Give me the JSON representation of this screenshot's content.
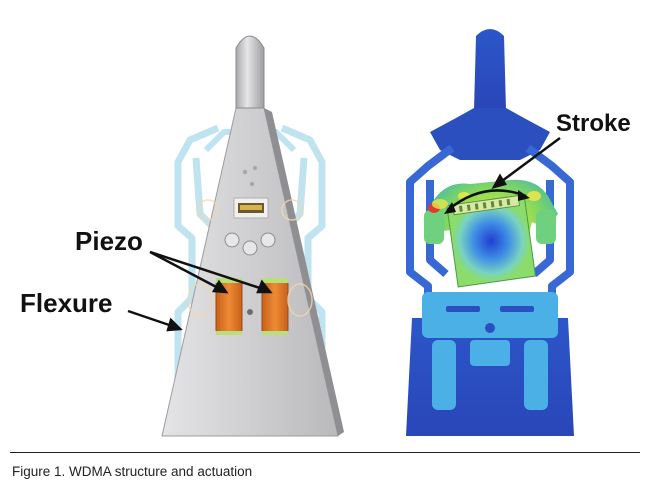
{
  "callouts": {
    "piezo": "Piezo",
    "flexure": "Flexure",
    "stroke": "Stroke"
  },
  "caption": "Figure 1. WDMA structure and actuation",
  "colors": {
    "slider_gray": "#d2d2d4",
    "flexure_light_blue": "#bfe3ef",
    "piezo_orange": "#e07a25",
    "fem_dark_blue": "#2c4fc0",
    "fem_mid_blue": "#5aa8e6",
    "fem_green": "#7ed957",
    "fem_yellow": "#e6e84a",
    "fem_red": "#e23a2a",
    "annotation_black": "#111111"
  }
}
